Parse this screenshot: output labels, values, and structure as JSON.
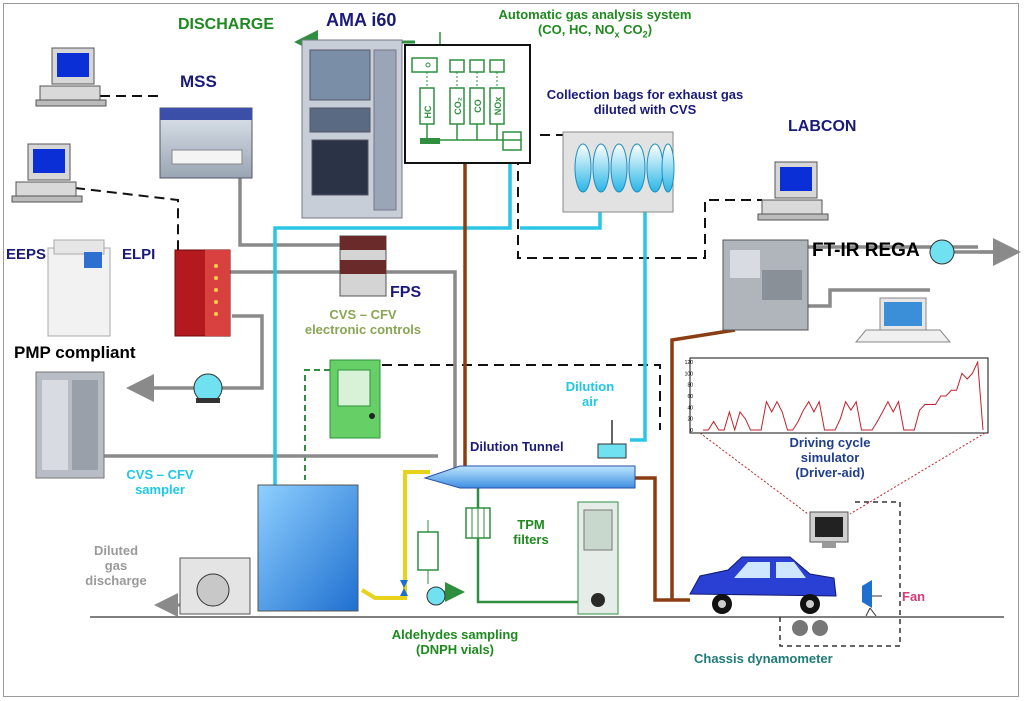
{
  "labels": {
    "discharge": "DISCHARGE",
    "ama": "AMA i60",
    "gas_system_line1": "Automatic gas analysis system",
    "gas_system_line2_pre": "(CO, HC, NO",
    "gas_system_line2_sub": "x",
    "gas_system_line2_mid": " CO",
    "gas_system_line2_sub2": "2",
    "gas_system_line2_post": ")",
    "mss": "MSS",
    "bags_line1": "Collection bags for exhaust gas",
    "bags_line2": "diluted with CVS",
    "labcon": "LABCON",
    "eeps": "EEPS",
    "elpi": "ELPI",
    "ftir": "FT-IR REGA",
    "fps": "FPS",
    "pmp": "PMP compliant",
    "cvs_controls_line1": "CVS – CFV",
    "cvs_controls_line2": "electronic controls",
    "dilution_air_line1": "Dilution",
    "dilution_air_line2": "air",
    "dilution_tunnel": "Dilution Tunnel",
    "cvs_sampler_line1": "CVS – CFV",
    "cvs_sampler_line2": "sampler",
    "driving_line1": "Driving cycle",
    "driving_line2": "simulator",
    "driving_line3": "(Driver-aid)",
    "tpm_line1": "TPM",
    "tpm_line2": "filters",
    "diluted_line1": "Diluted",
    "diluted_line2": "gas",
    "diluted_line3": "discharge",
    "aldehydes_line1": "Aldehydes sampling",
    "aldehydes_line2": "(DNPH vials)",
    "chassis": "Chassis dynamometer",
    "fan": "Fan"
  },
  "analyzer_channels": [
    "HC",
    "CO₂",
    "CO",
    "NOx"
  ],
  "speed_chart": {
    "y_ticks": [
      "0",
      "20",
      "40",
      "60",
      "80",
      "100",
      "120"
    ],
    "y_values": [
      0,
      20,
      40,
      60,
      80,
      100,
      120
    ],
    "speed_profile": [
      0,
      0,
      15,
      0,
      0,
      32,
      0,
      32,
      20,
      0,
      0,
      0,
      50,
      32,
      50,
      32,
      0,
      0,
      15,
      35,
      50,
      32,
      50,
      0,
      0,
      0,
      20,
      50,
      35,
      50,
      0,
      0,
      0,
      15,
      32,
      50,
      32,
      50,
      0,
      0,
      0,
      35,
      45,
      45,
      45,
      60,
      60,
      70,
      70,
      100,
      90,
      100,
      120,
      0
    ]
  },
  "colors": {
    "cyan_line": "#29c6e6",
    "brown_line": "#8b3d12",
    "yellow_line": "#e8d21a",
    "green_line": "#2f8f3f",
    "grey_line": "#8a8a8a",
    "navy_text": "#1a1a7a",
    "green_text": "#1e8a1e"
  }
}
